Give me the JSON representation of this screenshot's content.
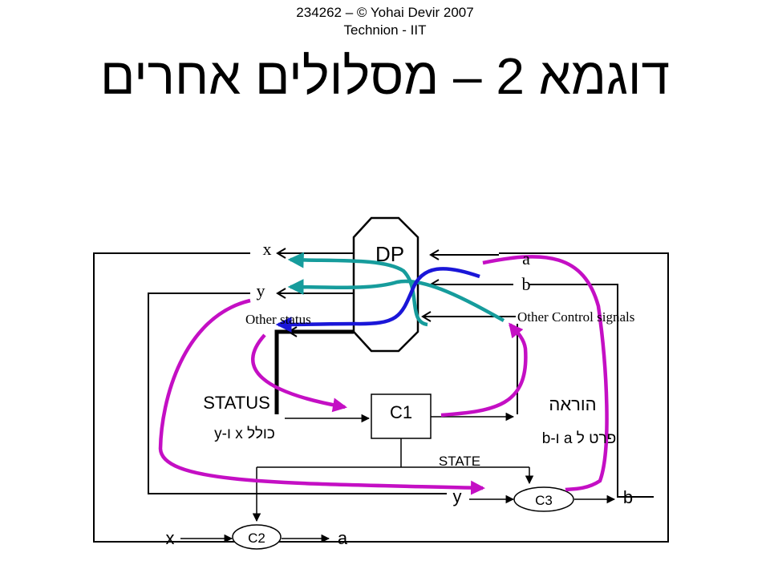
{
  "header": {
    "line1": "234262 – © Yohai Devir 2007",
    "line2": "Technion - IIT",
    "title": "דוגמא 2 – מסלולים אחרים"
  },
  "diagram": {
    "dp_label": "DP",
    "c1_label": "C1",
    "c2_label": "C2",
    "c3_label": "C3",
    "x_out": "x",
    "y_out": "y",
    "other_status": "Other status",
    "a_in": "a",
    "b_in": "b",
    "other_control": "Other Control signals",
    "status_label": "STATUS",
    "status_sub": "כולל x ו-y",
    "instruction_label": "הוראה",
    "instruction_sub": "פרט ל a ו-b",
    "state_label": "STATE",
    "c2_in": "x",
    "c2_out": "a",
    "c3_in": "y",
    "c3_out": "b"
  },
  "colors": {
    "magenta": "#c40fc4",
    "teal": "#169c9c",
    "blue": "#1a16d8",
    "line": "#000000"
  }
}
